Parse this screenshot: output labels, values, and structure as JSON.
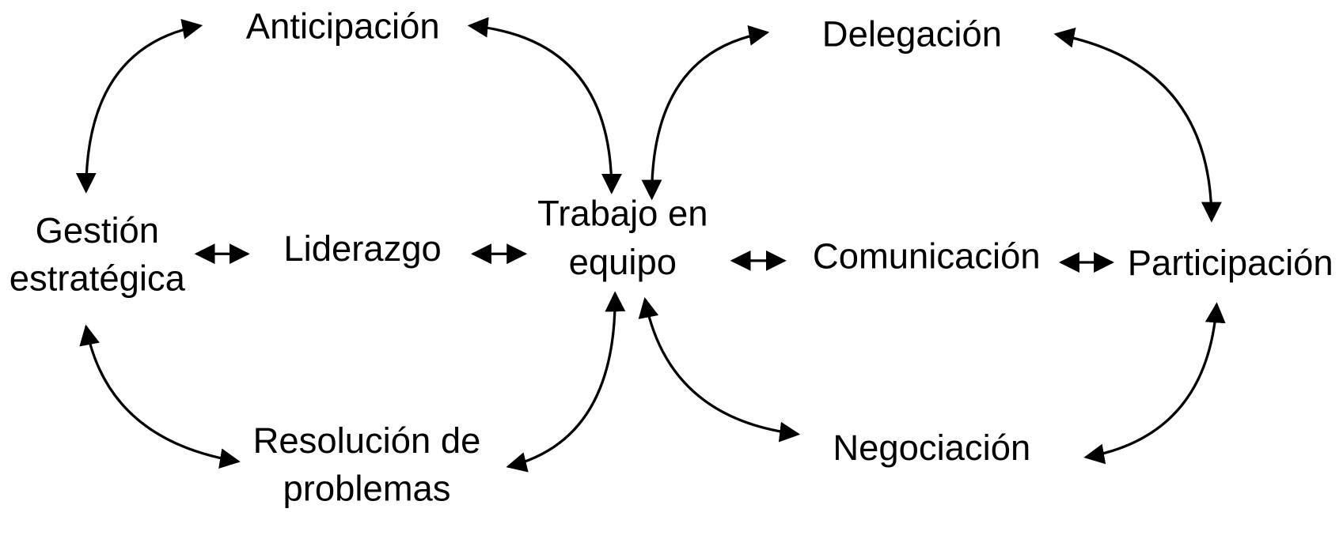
{
  "nodes": {
    "anticipacion": "Anticipación",
    "delegacion": "Delegación",
    "gestion_line1": "Gestión",
    "gestion_line2": "estratégica",
    "liderazgo": "Liderazgo",
    "trabajo_line1": "Trabajo en",
    "trabajo_line2": "equipo",
    "comunicacion": "Comunicación",
    "participacion": "Participación",
    "resolucion_line1": "Resolución de",
    "resolucion_line2": "problemas",
    "negociacion": "Negociación"
  },
  "colors": {
    "ink": "#000000",
    "background": "#ffffff"
  }
}
